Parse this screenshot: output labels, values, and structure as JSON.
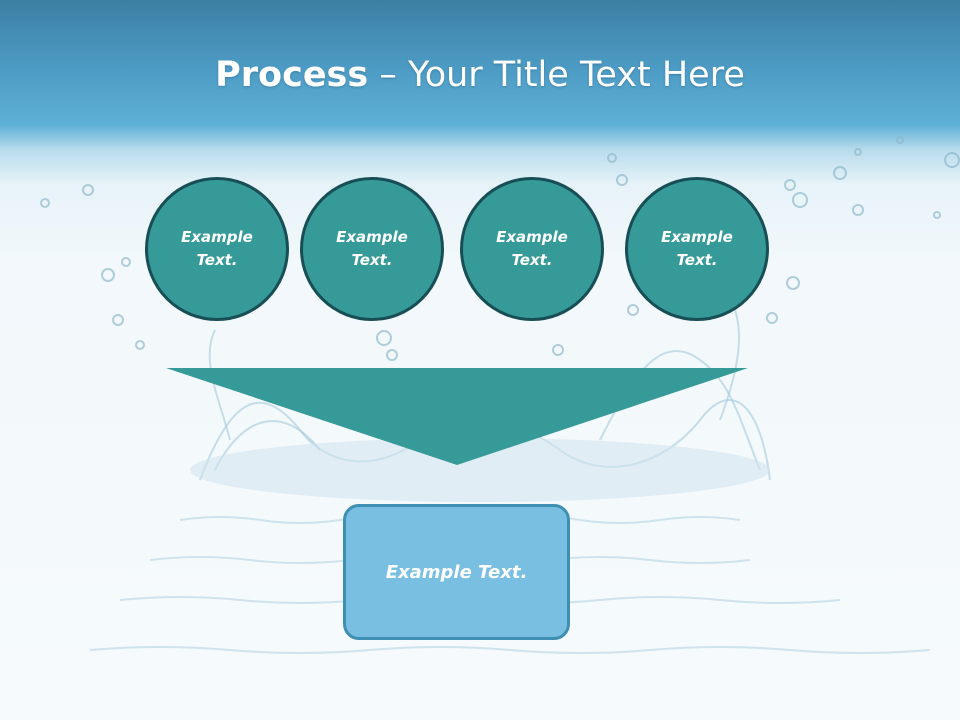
{
  "title": {
    "bold": "Process",
    "rest": " – Your Title Text Here"
  },
  "circles": [
    {
      "text": "Example\nText."
    },
    {
      "text": "Example\nText."
    },
    {
      "text": "Example\nText."
    },
    {
      "text": "Example\nText."
    }
  ],
  "result": {
    "text": "Example Text."
  },
  "colors": {
    "header_blue": "#4d9cc5",
    "circle_fill": "#359a98",
    "circle_border": "#184e55",
    "funnel_fill": "#359a98",
    "box_fill": "#78bfe2",
    "box_border": "#3e8fb2"
  }
}
